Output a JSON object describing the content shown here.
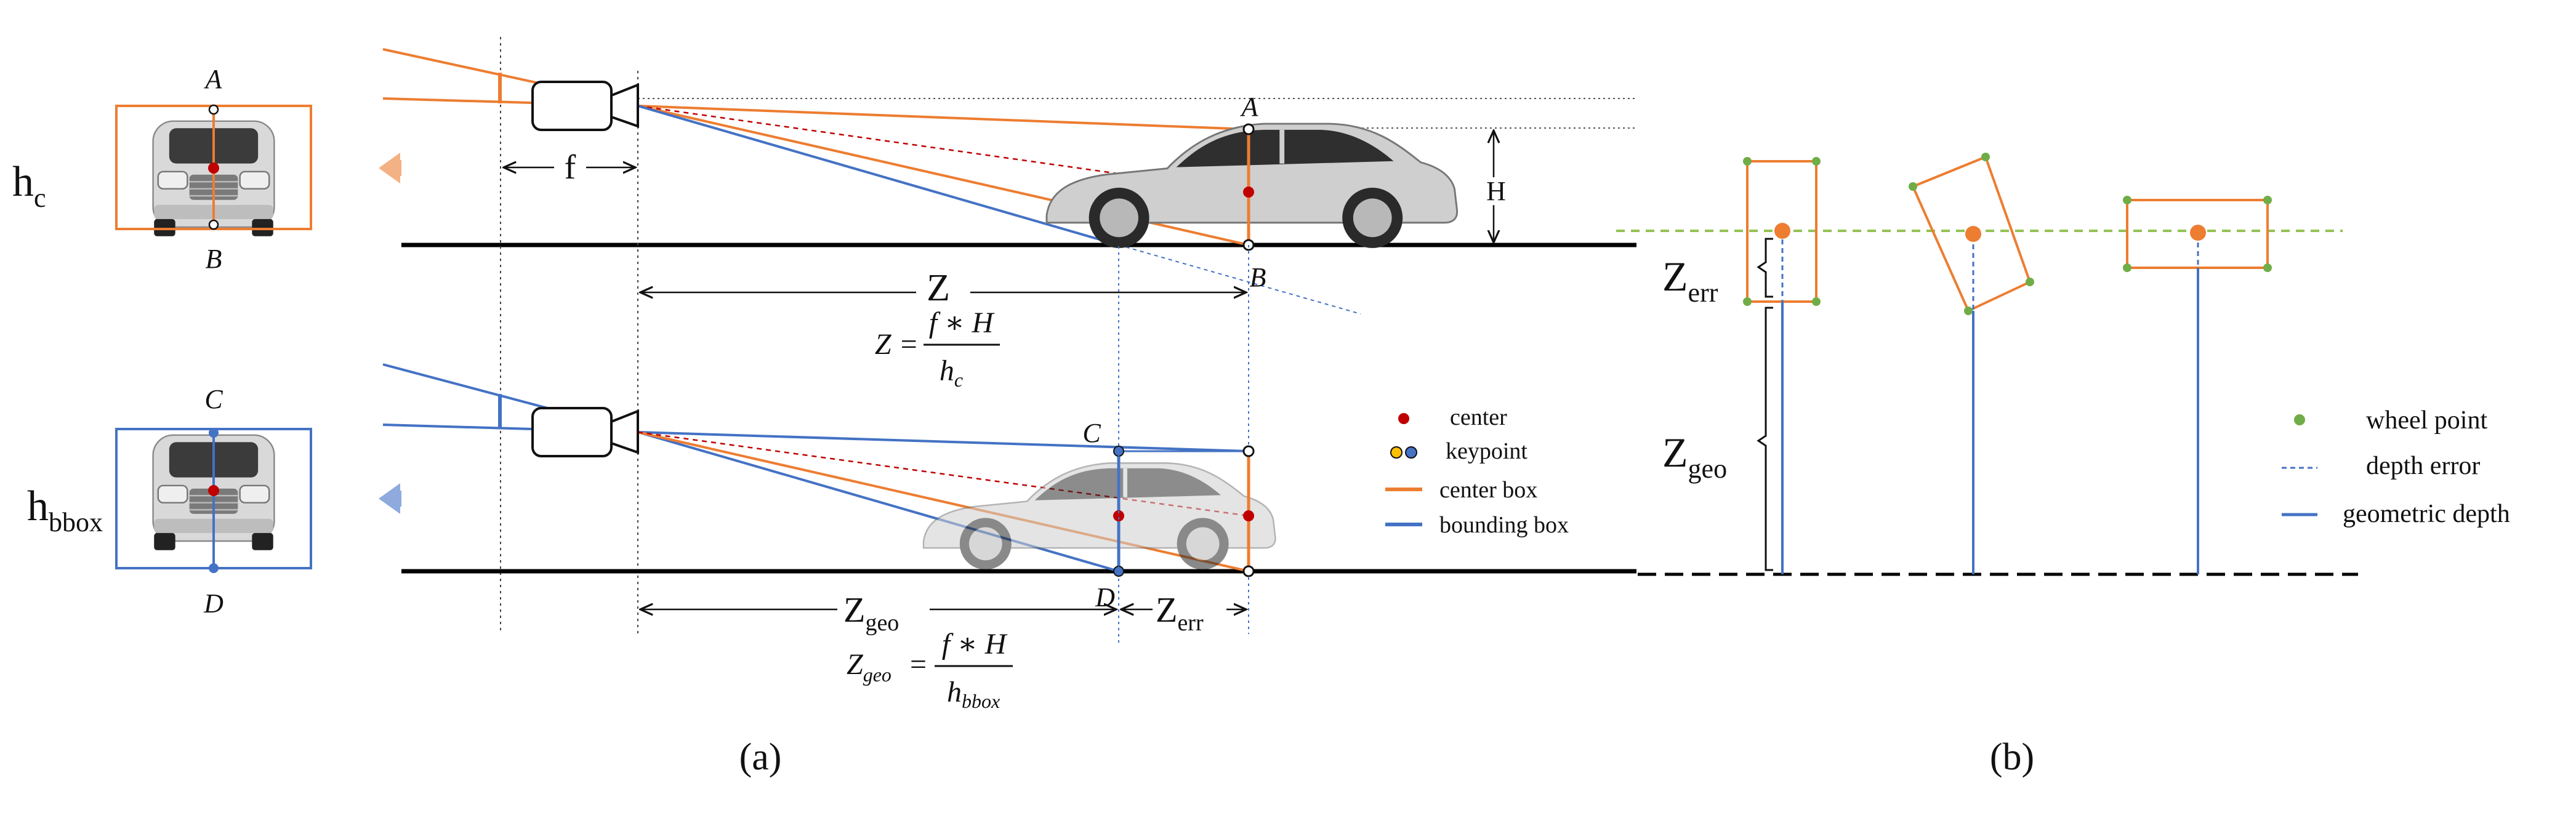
{
  "colors": {
    "orange": "#ED7D31",
    "blue": "#4472C4",
    "red": "#C00000",
    "green": "#70AD47",
    "green_dash": "#92C353",
    "ground": "#000000"
  },
  "panel_a": {
    "caption": "(a)",
    "top": {
      "thumb_side_label": "h",
      "thumb_side_sub": "c",
      "thumb_top_point": "A",
      "thumb_bottom_point": "B",
      "focal_label": "f",
      "height_label": "H",
      "scene_top_point": "A",
      "scene_bottom_point": "B",
      "depth_label": "Z",
      "eq_lhs": "Z =",
      "eq_num": "f ∗ H",
      "eq_den": "h",
      "eq_den_sub": "c"
    },
    "bottom": {
      "thumb_side_label": "h",
      "thumb_side_sub": "bbox",
      "thumb_top_point": "C",
      "thumb_bottom_point": "D",
      "scene_top_point": "C",
      "scene_bottom_point": "D",
      "depth_label": "Z",
      "depth_sub": "geo",
      "err_label": "Z",
      "err_sub": "err",
      "eq_lhs": "Z",
      "eq_lhs_sub": "geo",
      "eq_eq": "=",
      "eq_num": "f ∗ H",
      "eq_den": "h",
      "eq_den_sub": "bbox"
    },
    "legend": [
      {
        "label": "center",
        "icon": "red-dot-icon"
      },
      {
        "label": "keypoint",
        "icon": "keypoint-dots-icon"
      },
      {
        "label": "center box",
        "icon": "orange-line-icon"
      },
      {
        "label": "bounding box",
        "icon": "blue-line-icon"
      }
    ]
  },
  "panel_b": {
    "caption": "(b)",
    "err_label": "Z",
    "err_sub": "err",
    "geo_label": "Z",
    "geo_sub": "geo",
    "legend": [
      {
        "label": "wheel point",
        "icon": "green-dot-icon"
      },
      {
        "label": "depth error",
        "icon": "blue-dashed-line-icon"
      },
      {
        "label": "geometric depth",
        "icon": "blue-solid-line-icon"
      }
    ]
  }
}
